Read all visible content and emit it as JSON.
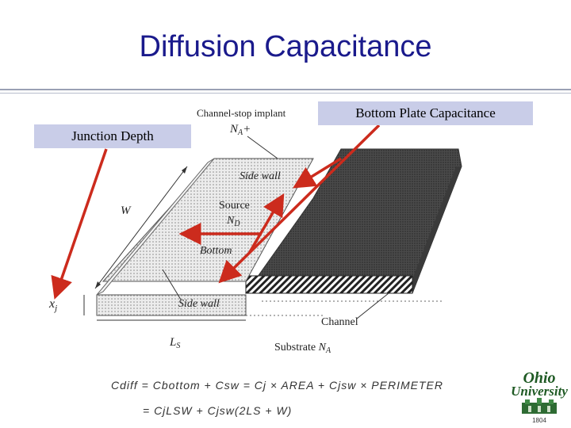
{
  "slide": {
    "title": "Diffusion Capacitance"
  },
  "callouts": {
    "bottom_plate": "Bottom Plate Capacitance",
    "junction_depth": "Junction Depth"
  },
  "diagram_labels": {
    "channel_stop": "Channel-stop   implant",
    "na_plus": "N",
    "na_plus_sub": "A",
    "na_plus_suffix": "+",
    "side_wall_top": "Side wall",
    "source": "Source",
    "nd": "N",
    "nd_sub": "D",
    "w": "W",
    "bottom": "Bottom",
    "side_wall_bottom": "Side wall",
    "xj": "x",
    "xj_sub": "j",
    "channel": "Channel",
    "ls": "L",
    "ls_sub": "S",
    "substrate": "Substrate",
    "substrate_na": "N",
    "substrate_na_sub": "A"
  },
  "equations": {
    "line1": "Cdiff  =  Cbottom + Csw  =  Cj × AREA + Cjsw × PERIMETER",
    "line2": "=  CjLSW + Cjsw(2LS + W)"
  },
  "logo": {
    "line1": "Ohio",
    "line2": "University",
    "line3": "1804"
  },
  "colors": {
    "title": "#1a1a8c",
    "callout_bg": "#c9cde8",
    "arrow": "#cc2b1d",
    "diagram_dark": "#3c3c3c"
  }
}
